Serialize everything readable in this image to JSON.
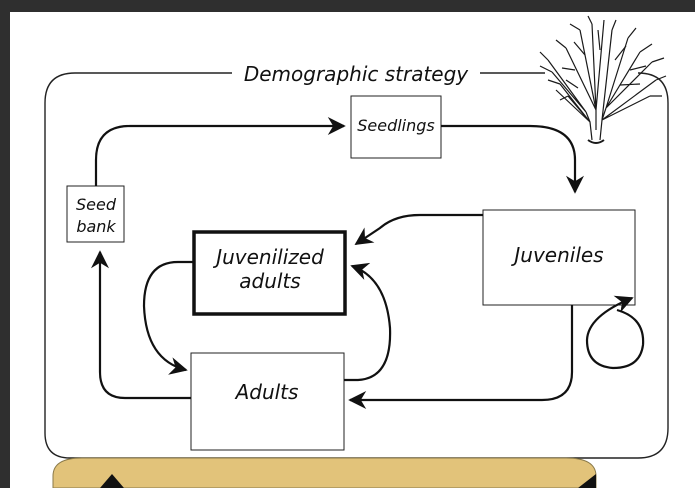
{
  "diagram": {
    "title": "Demographic strategy",
    "nodes": {
      "seed_bank": {
        "line1": "Seed",
        "line2": "bank"
      },
      "seedlings": {
        "label": "Seedlings"
      },
      "juveniles": {
        "label": "Juveniles"
      },
      "juvenilized_adults": {
        "line1": "Juvenilized",
        "line2": "adults"
      },
      "adults": {
        "label": "Adults"
      }
    },
    "colors": {
      "background": "#2f2f2f",
      "panel": "#ffffff",
      "ink": "#111111",
      "bottom_panel": "#e2c37a"
    },
    "icons": [
      "shrub-icon"
    ]
  }
}
